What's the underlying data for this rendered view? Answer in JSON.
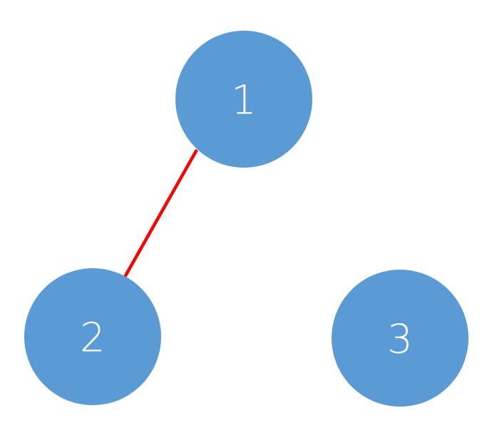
{
  "graph": {
    "nodes": [
      {
        "id": "1",
        "label": "1"
      },
      {
        "id": "2",
        "label": "2"
      },
      {
        "id": "3",
        "label": "3"
      }
    ],
    "edges": [
      {
        "from": "1",
        "to": "2",
        "color": "#ff0000"
      }
    ]
  },
  "colors": {
    "node_fill": "#5b9bd5",
    "node_text": "#ffffff",
    "edge": "#ff0000",
    "background": "#ffffff"
  }
}
